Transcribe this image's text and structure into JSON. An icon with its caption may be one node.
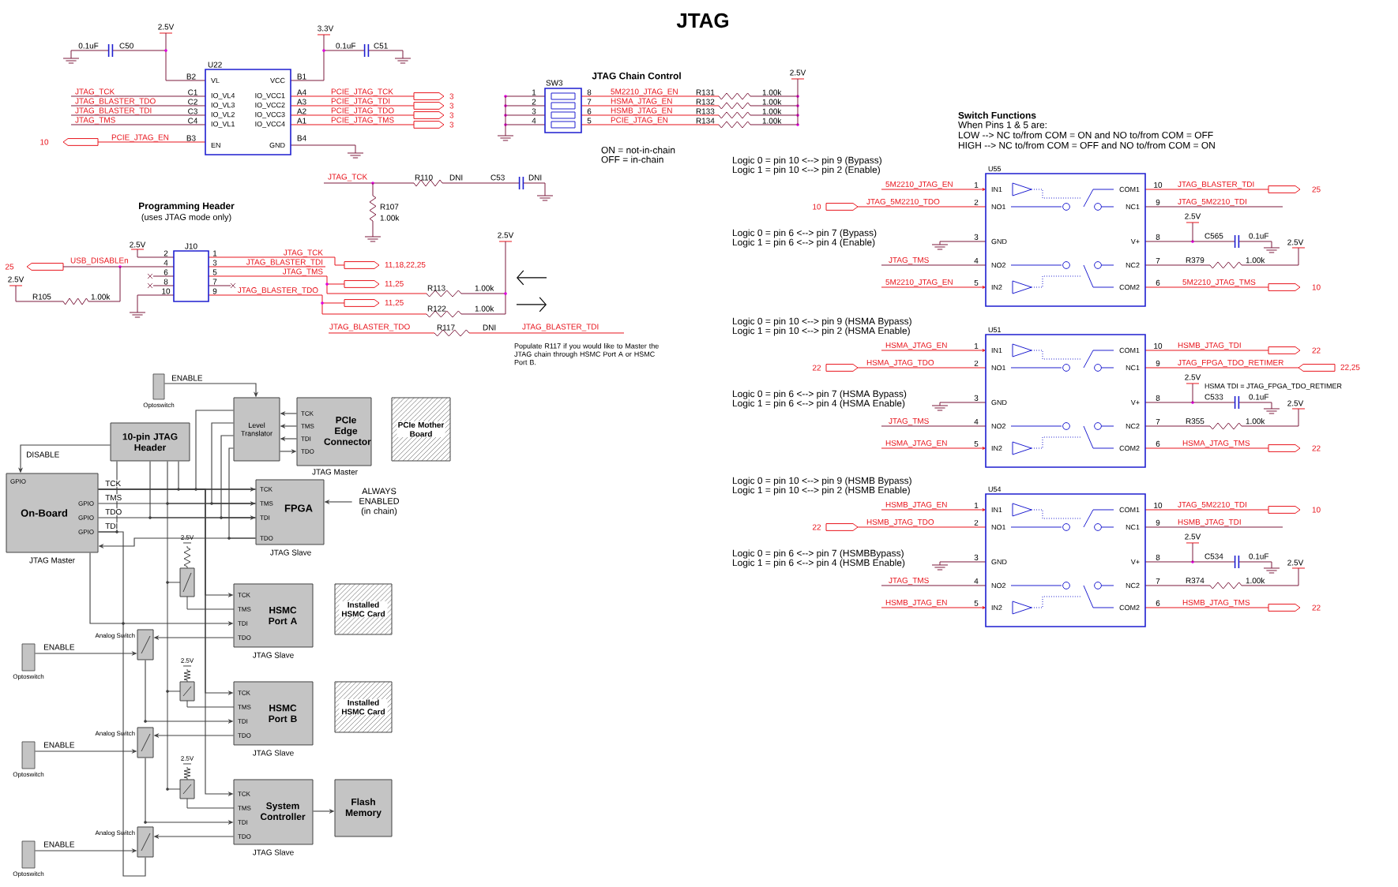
{
  "diagram": {
    "title": "JTAG",
    "nodes": [
      {
        "text": [
          "VL",
          "VCC",
          "IO_VL4",
          "IO_VCC1",
          "IO_VL3",
          "IO_VCC2",
          "IO_VL2",
          "IO_VCC3",
          "IO_VL1",
          "IO_VCC4",
          "EN",
          "GND"
        ],
        "beside": [
          "U22"
        ]
      },
      {
        "text": [],
        "shape": "box",
        "beside": [
          "SW3"
        ]
      },
      {
        "text": [],
        "shape": "box",
        "beside": [
          "J10"
        ]
      },
      {
        "text": [
          "IN1",
          "COM1",
          "NO1",
          "NC1",
          "GND",
          "V+",
          "NO2",
          "NC2",
          "IN2",
          "COM2"
        ],
        "beside": [
          "U55"
        ]
      },
      {
        "text": [
          "IN1",
          "COM1",
          "NO1",
          "NC1",
          "GND",
          "V+",
          "NO2",
          "NC2",
          "IN2",
          "COM2"
        ],
        "beside": [
          "U51"
        ]
      },
      {
        "text": [
          "IN1",
          "COM1",
          "NO1",
          "NC1",
          "GND",
          "V+",
          "NO2",
          "NC2",
          "IN2",
          "COM2"
        ],
        "beside": [
          "U54"
        ]
      },
      {
        "text": [],
        "shape": "box",
        "beside": [
          "Optoswitch"
        ]
      },
      {
        "text": [
          "Level Translator"
        ]
      },
      {
        "text": [
          "PCIe Edge Connector",
          "TCK",
          "TMS",
          "TDI",
          "TDO"
        ],
        "beside": [
          "JTAG Master"
        ]
      },
      {
        "text": [
          "PCIe Mother Board"
        ]
      },
      {
        "text": [
          "10-pin JTAG Header"
        ]
      },
      {
        "text": [
          "GPIO",
          "On-Board",
          "GPIO",
          "GPIO",
          "GPIO"
        ],
        "beside": [
          "JTAG Master"
        ]
      },
      {
        "text": [
          "FPGA",
          "TCK",
          "TMS",
          "TDI",
          "TDO"
        ],
        "beside": [
          "JTAG Slave"
        ]
      },
      {
        "text": [
          "ALWAYS ENABLED (in chain)"
        ]
      },
      {
        "text": [
          "HSMC Port A",
          "TCK",
          "TMS",
          "TDI",
          "TDO"
        ],
        "beside": [
          "JTAG Slave"
        ]
      },
      {
        "text": [
          "Installed HSMC Card"
        ]
      },
      {
        "text": [
          "HSMC Port B",
          "TCK",
          "TMS",
          "TDI",
          "TDO"
        ],
        "beside": [
          "JTAG Slave"
        ]
      },
      {
        "text": [
          "Installed HSMC Card"
        ]
      },
      {
        "text": [
          "System Controller",
          "TCK",
          "TMS",
          "TDI",
          "TDO"
        ],
        "beside": [
          "JTAG Slave"
        ]
      },
      {
        "text": [
          "Flash Memory"
        ]
      },
      {
        "text": [],
        "shape": "box",
        "beside": [
          "Optoswitch"
        ]
      },
      {
        "text": [],
        "shape": "box",
        "beside": [
          "Optoswitch"
        ]
      },
      {
        "text": [],
        "shape": "box",
        "beside": [
          "Optoswitch"
        ]
      },
      {
        "text": [],
        "shape": "box",
        "beside": [
          "Analog Switch"
        ]
      },
      {
        "text": [],
        "shape": "box",
        "beside": [
          "Analog Switch"
        ]
      },
      {
        "text": [],
        "shape": "box",
        "beside": [
          "Analog Switch"
        ]
      }
    ],
    "edges": [
      {
        "from": 6,
        "to": 7,
        "arrow": "to",
        "label": "ENABLE"
      },
      {
        "from": 8,
        "to": 7,
        "arrow": "to"
      },
      {
        "from": 8,
        "to": 7,
        "arrow": "to"
      },
      {
        "from": 8,
        "to": 7,
        "arrow": "to"
      },
      {
        "from": 7,
        "to": 8,
        "arrow": "to"
      },
      {
        "from": 10,
        "to": 11,
        "arrow": "to",
        "label": "DISABLE"
      },
      {
        "from": 11,
        "to": 12,
        "arrow": "to",
        "label": "TCK"
      },
      {
        "from": 11,
        "to": 12,
        "arrow": "to",
        "label": "TMS"
      },
      {
        "from": 11,
        "to": 12,
        "arrow": "to",
        "label": "TDO"
      },
      {
        "from": 11,
        "to": 25,
        "arrow": "none",
        "label": "TDI"
      },
      {
        "from": 11,
        "to": 14,
        "arrow": "to"
      },
      {
        "from": 12,
        "to": 11,
        "arrow": "to"
      },
      {
        "from": 13,
        "to": 12,
        "arrow": "to"
      },
      {
        "from": 11,
        "to": 14,
        "arrow": "to"
      },
      {
        "from": 11,
        "to": 16,
        "arrow": "to"
      },
      {
        "from": 11,
        "to": 18,
        "arrow": "to"
      },
      {
        "from": 14,
        "to": 23,
        "arrow": "to"
      },
      {
        "from": 20,
        "to": 23,
        "arrow": "to",
        "label": "ENABLE"
      },
      {
        "from": 23,
        "to": 16,
        "arrow": "to"
      },
      {
        "from": 16,
        "to": 24,
        "arrow": "to"
      },
      {
        "from": 21,
        "to": 24,
        "arrow": "to",
        "label": "ENABLE"
      },
      {
        "from": 24,
        "to": 18,
        "arrow": "to"
      },
      {
        "from": 18,
        "to": 25,
        "arrow": "to"
      },
      {
        "from": 22,
        "to": 25,
        "arrow": "to",
        "label": "ENABLE"
      },
      {
        "from": 18,
        "to": 19,
        "arrow": "to"
      },
      {
        "from": 7,
        "to": 12,
        "arrow": "none"
      },
      {
        "from": 7,
        "to": 12,
        "arrow": "none"
      },
      {
        "from": 7,
        "to": 12,
        "arrow": "none"
      },
      {
        "from": 12,
        "to": 7,
        "arrow": "none"
      },
      {
        "from": 10,
        "to": 12,
        "arrow": "none"
      },
      {
        "from": 10,
        "to": 12,
        "arrow": "none"
      },
      {
        "from": 10,
        "to": 12,
        "arrow": "none"
      },
      {
        "from": 10,
        "to": 11,
        "arrow": "none"
      }
    ],
    "labels": [
      "2.5V",
      "0.1uF",
      "C50",
      "3.3V",
      "0.1uF",
      "C51",
      "B2",
      "B1",
      "C1",
      "C2",
      "C3",
      "C4",
      "A4",
      "A3",
      "A2",
      "A1",
      "JTAG_TCK",
      "JTAG_BLASTER_TDO",
      "JTAG_BLASTER_TDI",
      "JTAG_TMS",
      "PCIE_JTAG_TCK",
      "PCIE_JTAG_TDI",
      "PCIE_JTAG_TDO",
      "PCIE_JTAG_TMS",
      "3",
      "3",
      "3",
      "3",
      "10",
      "PCIE_JTAG_EN",
      "B3",
      "B4",
      "JTAG_TCK",
      "R110",
      "DNI",
      "C53",
      "DNI",
      "R107",
      "1.00k",
      "Programming Header",
      "(uses JTAG mode only)",
      "25",
      "USB_DISABLEn",
      "2.5V",
      "2.5V",
      "R105",
      "1.00k",
      "2",
      "4",
      "6",
      "8",
      "10",
      "1",
      "3",
      "5",
      "7",
      "9",
      "JTAG_TCK",
      "JTAG_BLASTER_TDI",
      "JTAG_TMS",
      "JTAG_BLASTER_TDO",
      "11,18,22,25",
      "11,25",
      "11,25",
      "2.5V",
      "R113",
      "1.00k",
      "R122",
      "1.00k",
      "JTAG_BLASTER_TDO",
      "R117",
      "DNI",
      "JTAG_BLASTER_TDI",
      "Populate R117 if you would like to Master the JTAG chain through HSMC Port A or HSMC Port B.",
      "JTAG Chain Control",
      "2.5V",
      "1",
      "2",
      "3",
      "4",
      "8",
      "7",
      "6",
      "5",
      "5M2210_JTAG_EN",
      "HSMA_JTAG_EN",
      "HSMB_JTAG_EN",
      "PCIE_JTAG_EN",
      "R131",
      "R132",
      "R133",
      "R134",
      "1.00k",
      "1.00k",
      "1.00k",
      "1.00k",
      "ON = not-in-chain",
      "OFF = in-chain",
      "Switch Functions",
      "When Pins 1 & 5 are:",
      "LOW --> NC to/from COM = ON and NO to/from COM = OFF",
      "HIGH --> NC to/from COM = OFF and NO to/from COM = ON",
      "Logic 0 = pin 10 <--> pin 9 (Bypass)",
      "Logic 1 = pin 10 <--> pin 2 (Enable)",
      "Logic 0 = pin 6 <--> pin 7 (Bypass)",
      "Logic 1 = pin 6 <--> pin 4 (Enable)",
      "1",
      "2",
      "3",
      "4",
      "5",
      "10",
      "9",
      "8",
      "7",
      "6",
      "5M2210_JTAG_EN",
      "JTAG_5M2210_TDO",
      "JTAG_TMS",
      "5M2210_JTAG_EN",
      "10",
      "JTAG_BLASTER_TDI",
      "JTAG_5M2210_TDI",
      "2.5V",
      "C565",
      "0.1uF",
      "2.5V",
      "R379",
      "1.00k",
      "5M2210_JTAG_TMS",
      "25",
      "10",
      "Logic 0 = pin 10 <--> pin 9 (HSMA Bypass)",
      "Logic 1 = pin 10 <--> pin 2 (HSMA Enable)",
      "Logic 0 = pin 6 <--> pin 7 (HSMA Bypass)",
      "Logic 1 = pin 6 <--> pin 4 (HSMA Enable)",
      "1",
      "2",
      "3",
      "4",
      "5",
      "10",
      "9",
      "8",
      "7",
      "6",
      "HSMA_JTAG_EN",
      "HSMA_JTAG_TDO",
      "JTAG_TMS",
      "HSMA_JTAG_EN",
      "22",
      "HSMB_JTAG_TDI",
      "JTAG_FPGA_TDO_RETIMER",
      "2.5V",
      "HSMA TDI = JTAG_FPGA_TDO_RETIMER",
      "C533",
      "0.1uF",
      "2.5V",
      "R355",
      "1.00k",
      "HSMA_JTAG_TMS",
      "22",
      "22,25",
      "22",
      "Logic 0 = pin 10 <--> pin 9 (HSMB Bypass)",
      "Logic 1 = pin 10 <--> pin 2 (HSMB Enable)",
      "Logic 0 = pin 6 <--> pin 7 (HSMBBypass)",
      "Logic 1 = pin 6 <--> pin 4 (HSMB Enable)",
      "1",
      "2",
      "3",
      "4",
      "5",
      "10",
      "9",
      "8",
      "7",
      "6",
      "HSMB_JTAG_EN",
      "HSMB_JTAG_TDO",
      "JTAG_TMS",
      "HSMB_JTAG_EN",
      "22",
      "JTAG_5M2210_TDI",
      "HSMB_JTAG_TDI",
      "2.5V",
      "C534",
      "0.1uF",
      "2.5V",
      "R374",
      "1.00k",
      "HSMB_JTAG_TMS",
      "10",
      "22",
      "2.5V",
      "2.5V",
      "2.5V"
    ]
  }
}
